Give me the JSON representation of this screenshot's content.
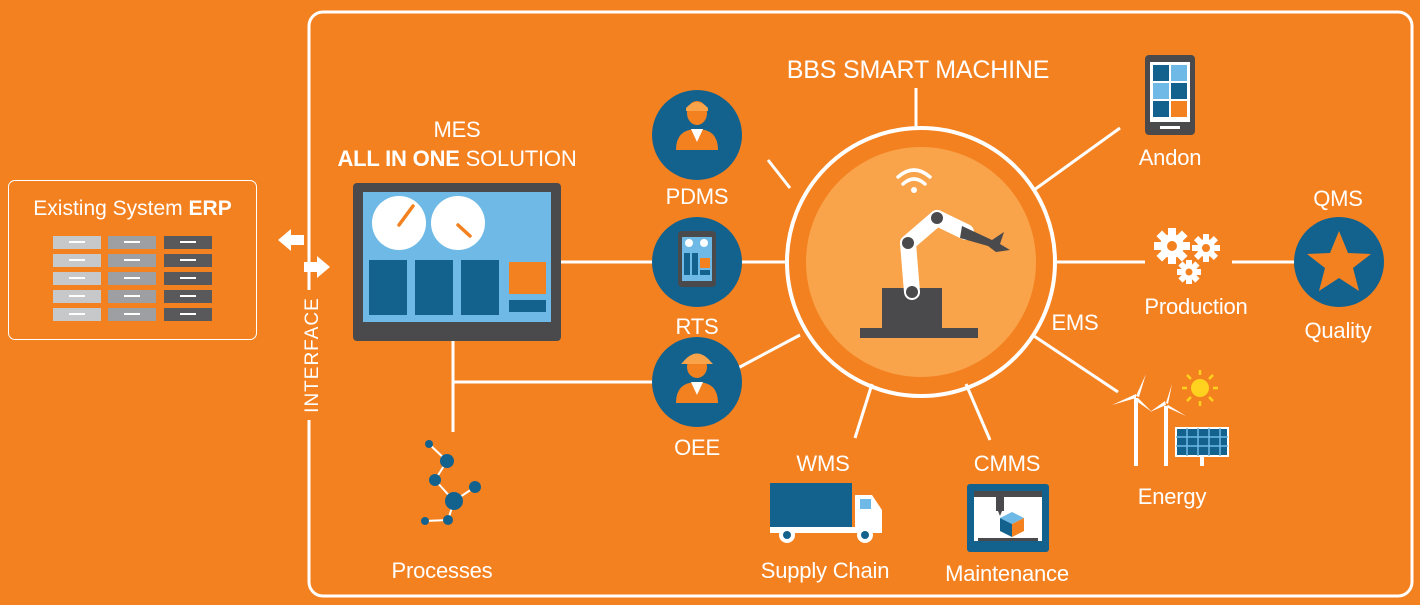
{
  "erp": {
    "prefix": "Existing System",
    "highlight": "ERP"
  },
  "interface_label": "INTERFACE",
  "mes": {
    "title": "MES",
    "subtitle_bold": "ALL IN ONE",
    "subtitle_rest": "SOLUTION"
  },
  "hub_title": "BBS SMART MACHINE",
  "nodes": {
    "pdms": "PDMS",
    "rts": "RTS",
    "oee": "OEE",
    "andon": "Andon",
    "qms": "QMS",
    "production": "Production",
    "quality": "Quality",
    "ems": "EMS",
    "energy": "Energy",
    "wms": "WMS",
    "supply_chain": "Supply Chain",
    "cmms": "CMMS",
    "maintenance": "Maintenance",
    "processes": "Processes"
  },
  "colors": {
    "background": "#F48120",
    "dark_blue": "#13628E",
    "light_blue": "#6FB9E6",
    "dark_gray": "#4A4A4C",
    "hub_inner": "#F9A34A",
    "white": "#FFFFFF"
  },
  "icons": {
    "erp": "server-rack-icon",
    "interface": "swap-arrows-icon",
    "mes": "dashboard-monitor-icon",
    "hub": "robot-arm-icon",
    "pdms": "worker-icon",
    "rts": "tablet-icon",
    "oee": "hardhat-worker-icon",
    "andon": "andon-tablet-icon",
    "production": "gears-icon",
    "quality": "star-icon",
    "energy": "wind-solar-icon",
    "wms": "truck-icon",
    "cmms": "3d-printer-icon",
    "processes": "network-icon"
  }
}
